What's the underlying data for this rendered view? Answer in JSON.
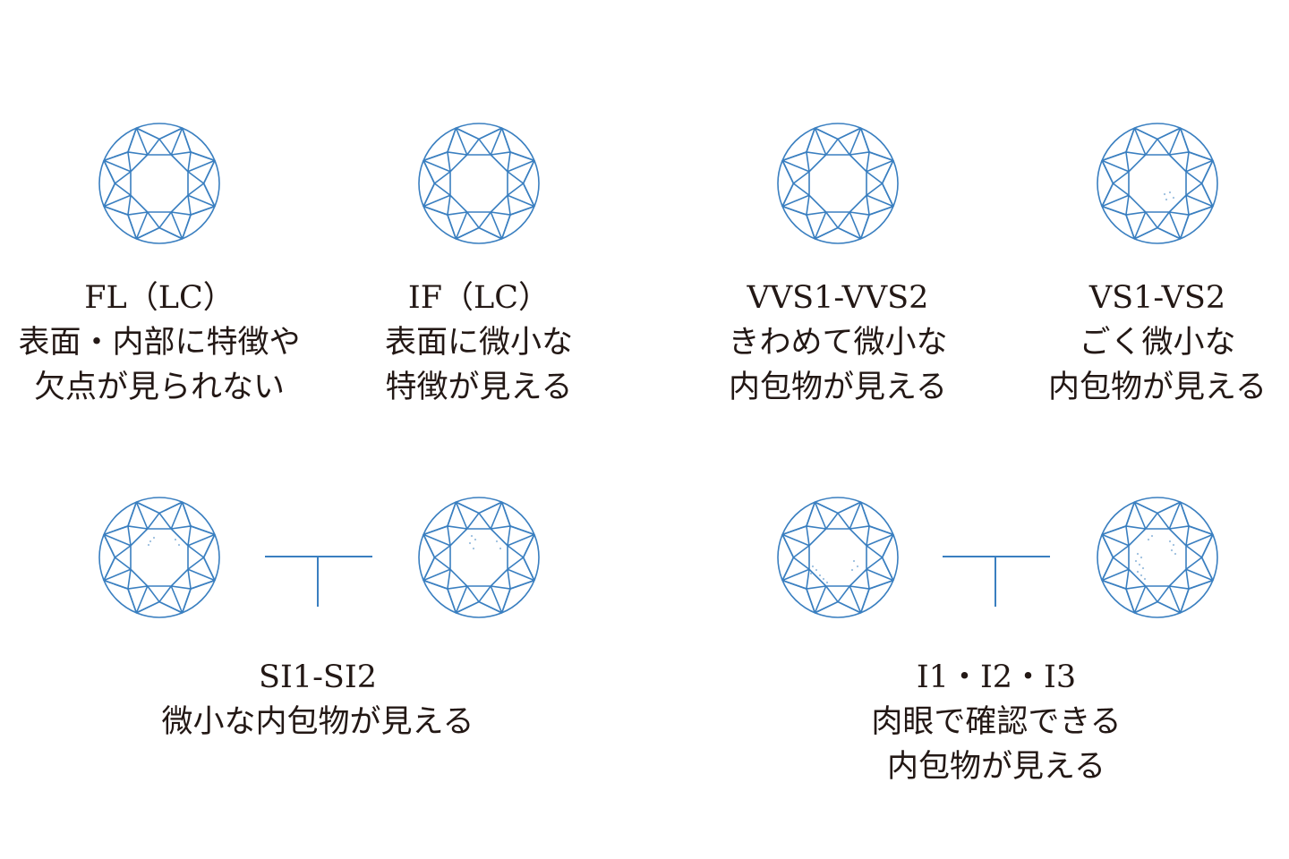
{
  "grades": [
    {
      "id": "fl",
      "lines": [
        "FL（LC）",
        "表面・内部に特徴や",
        "欠点が見られない"
      ]
    },
    {
      "id": "if",
      "lines": [
        "IF（LC）",
        "表面に微小な",
        "特徴が見える"
      ]
    },
    {
      "id": "vvs",
      "lines": [
        "VVS1-VVS2",
        "きわめて微小な",
        "内包物が見える"
      ]
    },
    {
      "id": "vs",
      "lines": [
        "VS1-VS2",
        "ごく微小な",
        "内包物が見える"
      ]
    },
    {
      "id": "si",
      "lines": [
        "SI1-SI2",
        "微小な内包物が見える"
      ]
    },
    {
      "id": "i",
      "lines": [
        "I1・I2・I3",
        "肉眼で確認できる",
        "内包物が見える"
      ]
    }
  ],
  "colors": {
    "diamond_stroke": "#3a7fc0",
    "text": "#231815"
  }
}
